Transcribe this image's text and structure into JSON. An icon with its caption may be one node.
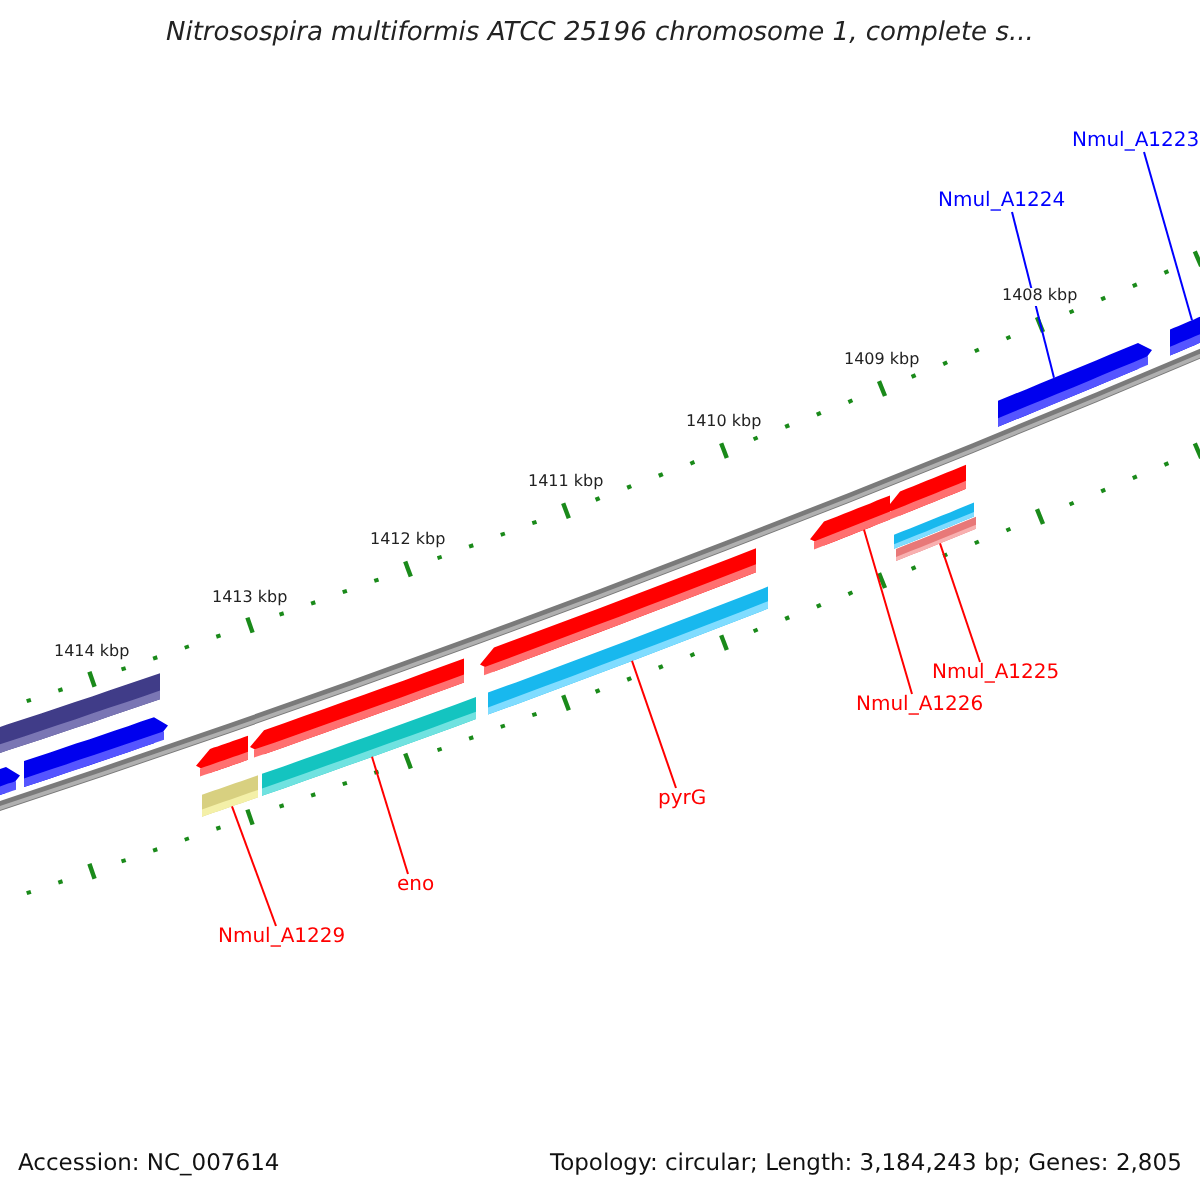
{
  "diagram": {
    "title": "Nitrosospira multiformis ATCC 25196 chromosome 1, complete s...",
    "nodes": [
      {
        "text": [
          "Nmul_A1223"
        ]
      },
      {
        "text": [
          "Nmul_A1224"
        ]
      },
      {
        "text": [
          "Nmul_A1225"
        ]
      },
      {
        "text": [
          "Nmul_A1226"
        ]
      },
      {
        "text": [
          "pyrG"
        ]
      },
      {
        "text": [
          "eno"
        ]
      },
      {
        "text": [
          "Nmul_A1229"
        ]
      },
      {
        "text": [],
        "shape": "bar"
      },
      {
        "text": [],
        "shape": "bar"
      },
      {
        "text": [],
        "shape": "bar"
      },
      {
        "text": [],
        "shape": "bar"
      },
      {
        "text": [],
        "shape": "bar"
      },
      {
        "text": [],
        "shape": "bar"
      },
      {
        "text": [],
        "shape": "bar"
      }
    ],
    "edges": [
      {
        "from": 0,
        "to": 13,
        "arrow": "none",
        "color": "#0000ff"
      },
      {
        "from": 1,
        "to": 12,
        "arrow": "none",
        "color": "#0000ff"
      },
      {
        "from": 2,
        "to": 11,
        "arrow": "none"
      },
      {
        "from": 3,
        "to": 10,
        "arrow": "none"
      },
      {
        "from": 4,
        "to": 9,
        "arrow": "none"
      },
      {
        "from": 5,
        "to": 8,
        "arrow": "none"
      },
      {
        "from": 6,
        "to": 7,
        "arrow": "none"
      }
    ],
    "labels": [
      "1408 kbp",
      "1409 kbp",
      "1410 kbp",
      "1411 kbp",
      "1412 kbp",
      "1413 kbp",
      "1414 kbp",
      "Accession: NC_007614",
      "Topology: circular; Length: 3,184,243 bp; Genes: 2,805"
    ]
  }
}
